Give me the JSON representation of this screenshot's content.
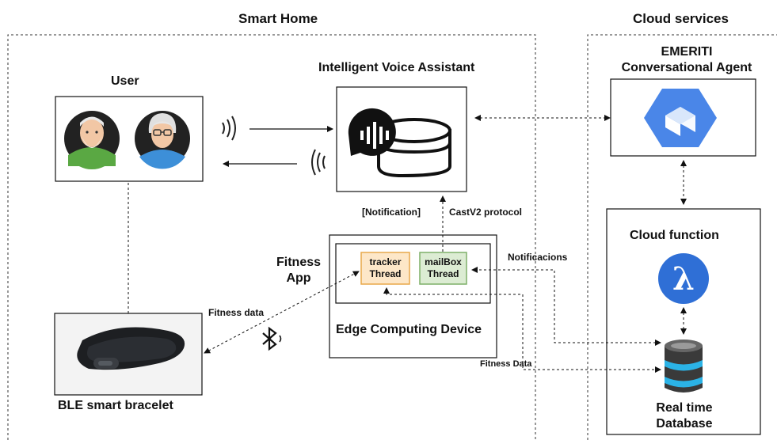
{
  "regions": {
    "smart_home": "Smart Home",
    "cloud_services": "Cloud services"
  },
  "nodes": {
    "user": "User",
    "voice_assistant": "Intelligent Voice Assistant",
    "conversational_agent_line1": "EMERITI",
    "conversational_agent_line2": "Conversational Agent",
    "cloud_function": "Cloud function",
    "database_line1": "Real time",
    "database_line2": "Database",
    "bracelet": "BLE smart bracelet",
    "edge_device": "Edge Computing Device",
    "fitness_app_line1": "Fitness",
    "fitness_app_line2": "App",
    "tracker_thread_line1": "tracker",
    "tracker_thread_line2": "Thread",
    "mailbox_thread_line1": "mailBox",
    "mailbox_thread_line2": "Thread"
  },
  "edges": {
    "notification": "[Notification]",
    "castv2": "CastV2 protocol",
    "notificacions": "Notificacions",
    "fitness_data_bracelet": "Fitness data",
    "fitness_data_db": "Fitness Data"
  },
  "colors": {
    "tracker_fill": "#fde7c8",
    "tracker_border": "#e8a84a",
    "mailbox_fill": "#dcecd3",
    "mailbox_border": "#7fb069",
    "dialogflow_blue": "#4a86e8",
    "lambda_blue": "#2f6fd6"
  },
  "icons": [
    "person-avatar-icon",
    "voice-assistant-icon",
    "dialogflow-icon",
    "lambda-icon",
    "database-icon",
    "bluetooth-icon",
    "wave-icon",
    "bracelet-icon"
  ]
}
